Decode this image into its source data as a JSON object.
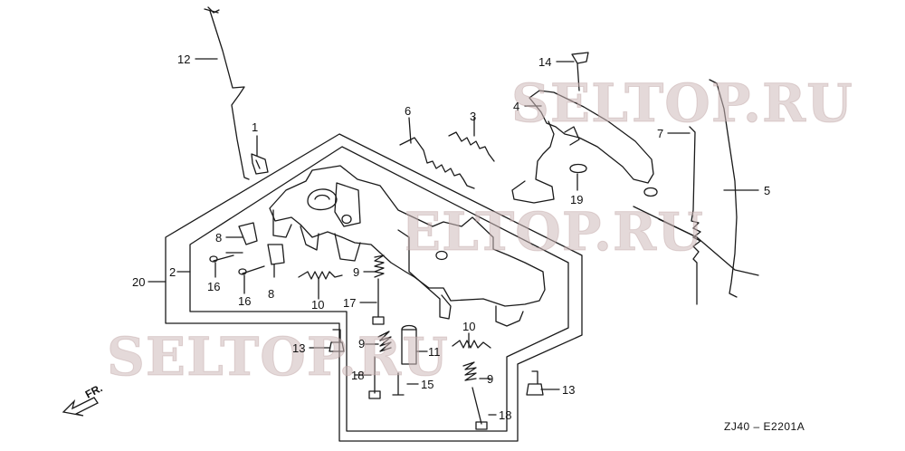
{
  "watermarks": [
    "SELTOP.RU",
    "SELTOP.RU",
    "SELTOP.RU"
  ],
  "callouts": {
    "c12": "12",
    "c1": "1",
    "c6": "6",
    "c3": "3",
    "c14": "14",
    "c4": "4",
    "c7": "7",
    "c5": "5",
    "c19": "19",
    "c8a": "8",
    "c8b": "8",
    "c2": "2",
    "c20": "20",
    "c16a": "16",
    "c16b": "16",
    "c9a": "9",
    "c10a": "10",
    "c17": "17",
    "c13a": "13",
    "c9b": "9",
    "c18a": "18",
    "c10b": "10",
    "c11": "11",
    "c15": "15",
    "c9c": "9",
    "c18b": "18",
    "c13b": "13"
  },
  "direction_label": "FR.",
  "drawing_code": "ZJ40 – E2201A",
  "colors": {
    "line": "#1a1a1a",
    "watermark": "#d9c3c3"
  }
}
